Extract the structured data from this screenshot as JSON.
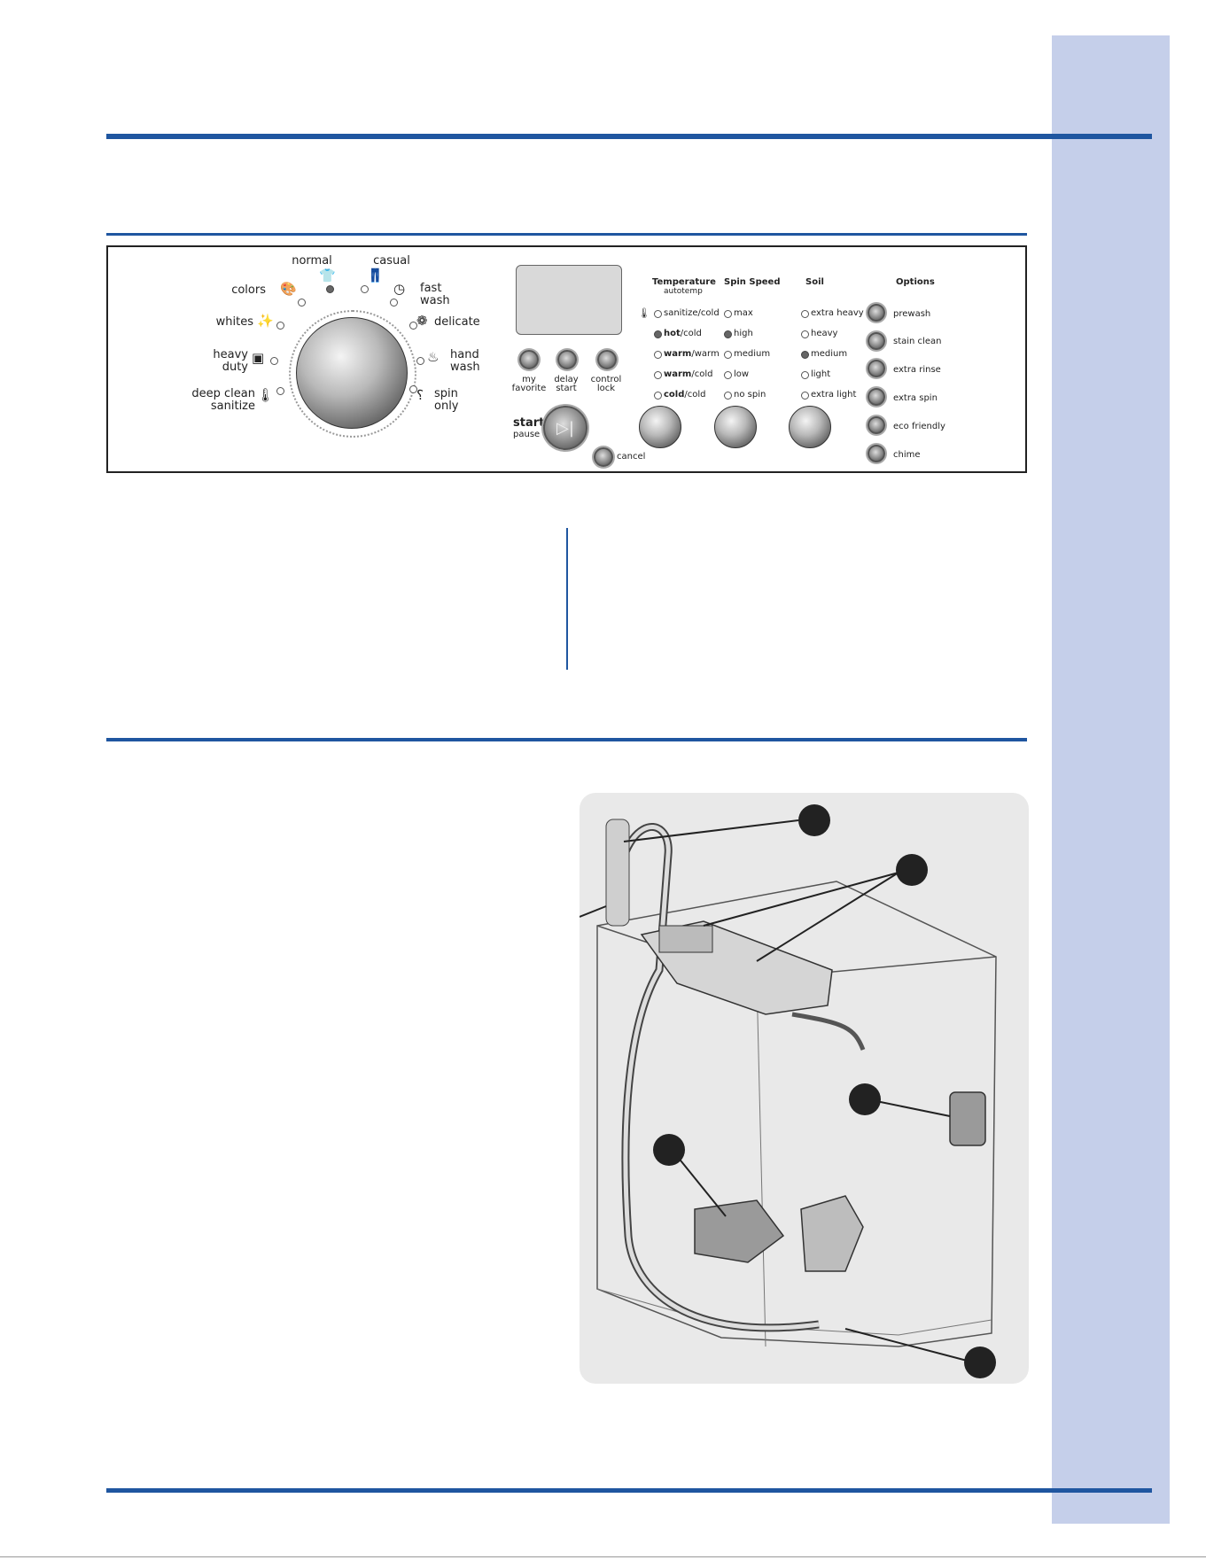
{
  "panel": {
    "cycles": {
      "normal": "normal",
      "casual": "casual",
      "colors": "colors",
      "fast_wash_1": "fast",
      "fast_wash_2": "wash",
      "whites": "whites",
      "delicate": "delicate",
      "heavy_duty_1": "heavy",
      "heavy_duty_2": "duty",
      "hand_wash_1": "hand",
      "hand_wash_2": "wash",
      "deep_clean_1": "deep clean",
      "deep_clean_2": "sanitize",
      "spin_only_1": "spin",
      "spin_only_2": "only"
    },
    "buttons": {
      "my_favorite_1": "my",
      "my_favorite_2": "favorite",
      "delay_start_1": "delay",
      "delay_start_2": "start",
      "control_lock_1": "control",
      "control_lock_2": "lock",
      "start": "start",
      "pause": "pause",
      "cancel": "cancel"
    },
    "temperature": {
      "heading": "Temperature",
      "sub": "autotemp",
      "opt1": "sanitize/cold",
      "opt2_bold": "hot",
      "opt2_rest": "/cold",
      "opt3_bold": "warm",
      "opt3_rest": "/warm",
      "opt4_bold": "warm",
      "opt4_rest": "/cold",
      "opt5_bold": "cold",
      "opt5_rest": "/cold"
    },
    "spin_speed": {
      "heading": "Spin Speed",
      "opt1": "max",
      "opt2": "high",
      "opt3": "medium",
      "opt4": "low",
      "opt5": "no spin"
    },
    "soil": {
      "heading": "Soil",
      "opt1": "extra heavy",
      "opt2": "heavy",
      "opt3": "medium",
      "opt4": "light",
      "opt5": "extra light"
    },
    "options": {
      "heading": "Options",
      "opt1": "prewash",
      "opt2": "stain clean",
      "opt3": "extra rinse",
      "opt4": "extra spin",
      "opt5": "eco friendly",
      "opt6": "chime"
    }
  },
  "icons": {
    "normal": "shirt-icon",
    "casual": "casual-shirt-icon",
    "colors": "palette-icon",
    "fast_wash": "clock-icon",
    "whites": "sparkle-shirt-icon",
    "delicate": "flower-icon",
    "heavy_duty": "heavy-shirt-icon",
    "hand_wash": "hand-wash-icon",
    "deep_clean": "thermometer-plus-icon",
    "spin_only": "spiral-icon"
  },
  "colors": {
    "accent": "#1f56a0",
    "sidebar": "#c5cfea",
    "diagram_bg": "#e9e9e9"
  }
}
